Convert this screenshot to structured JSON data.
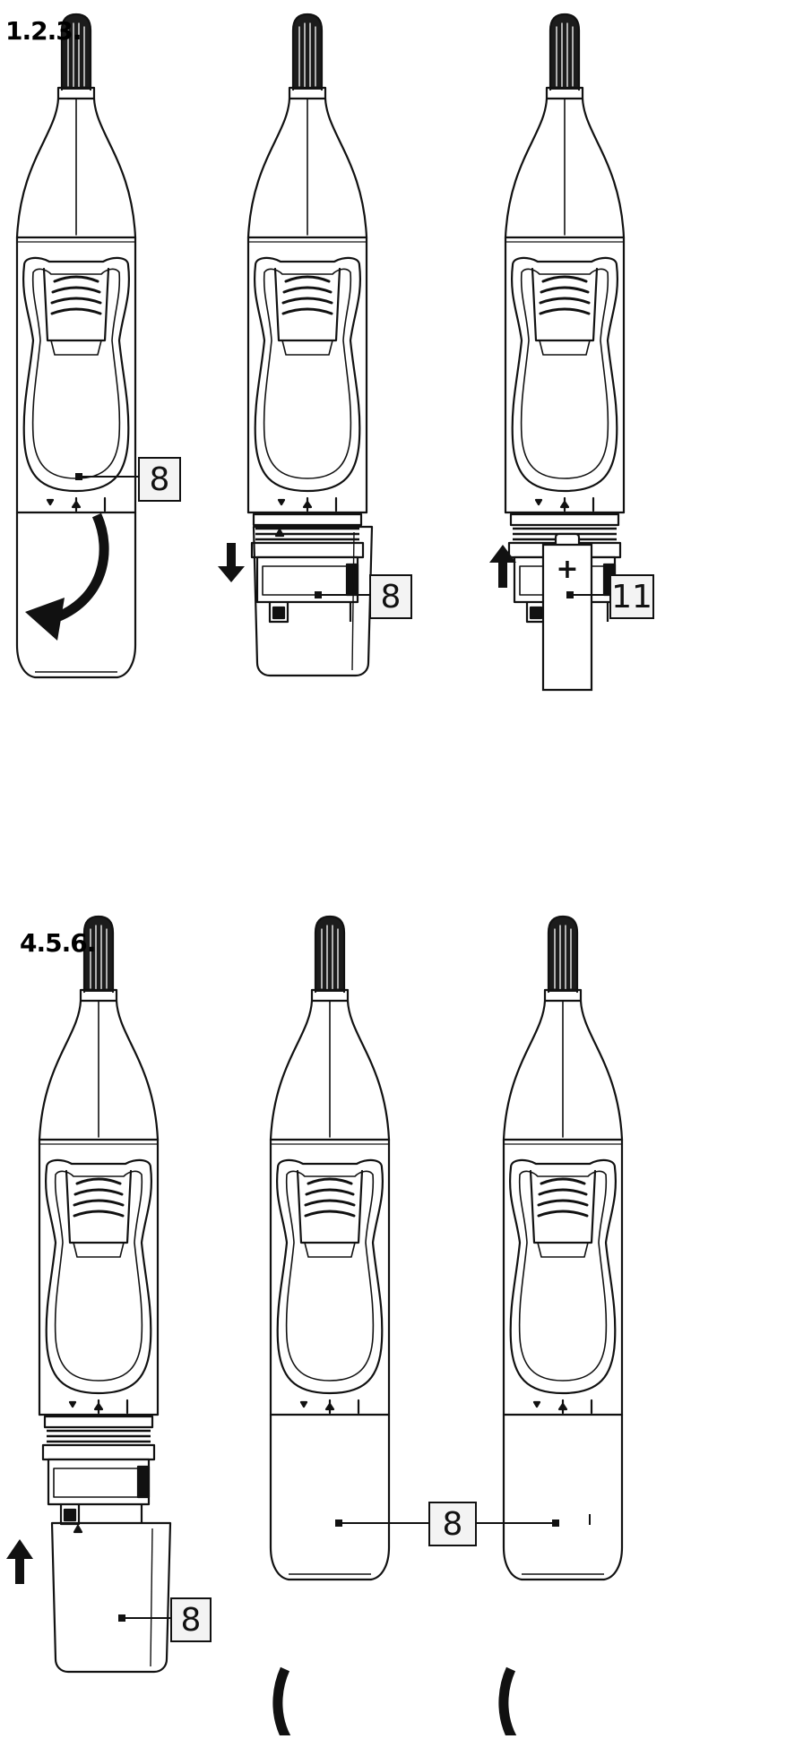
{
  "steps": {
    "top_label": "1.2.3.",
    "bottom_label": "4.5.6."
  },
  "callouts": {
    "step1": "8",
    "step2": "8",
    "step3": "11",
    "step56": "8",
    "step4": "8"
  },
  "battery_symbol": "+",
  "icons": [
    "trimmer",
    "cap",
    "battery",
    "arrow-down",
    "arrow-up",
    "rotate-arrow"
  ],
  "colors": {
    "line": "#111111",
    "callout_fill": "#f3f3f3",
    "background": "#ffffff"
  }
}
